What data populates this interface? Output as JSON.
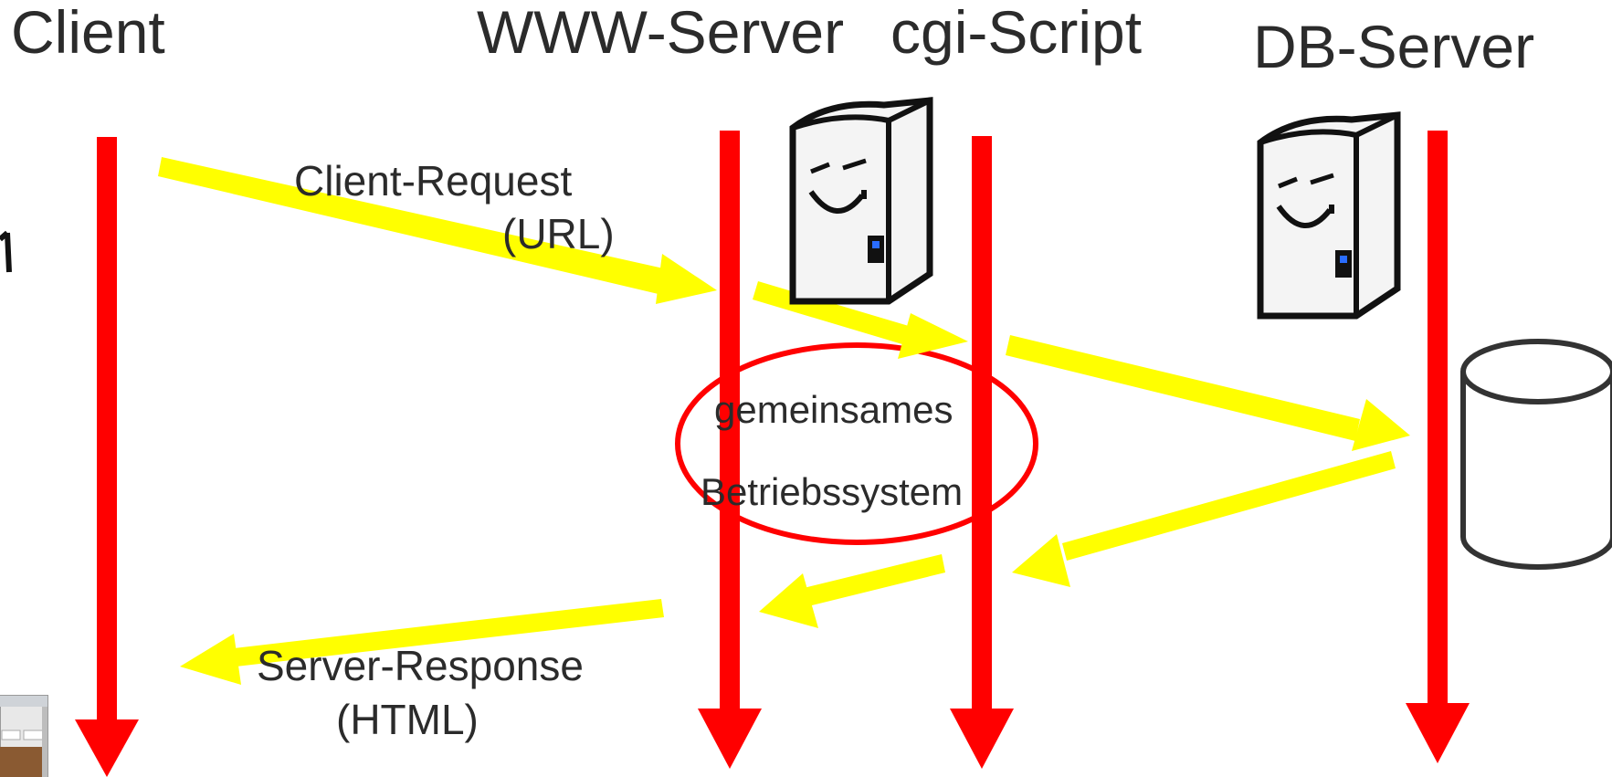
{
  "lanes": {
    "client": "Client",
    "www_server": "WWW-Server",
    "cgi_script": "cgi-Script",
    "db_server": "DB-Server"
  },
  "messages": {
    "request_line1": "Client-Request",
    "request_line2": "(URL)",
    "response_line1": "Server-Response",
    "response_line2": "(HTML)"
  },
  "shared_os": {
    "line1": "gemeinsames",
    "line2": "Betriebssystem"
  },
  "colors": {
    "lifeline": "#ff0000",
    "message_arrow": "#ffff00",
    "outline": "#111111"
  },
  "icons": [
    "server-icon",
    "database-icon",
    "browser-screenshot-thumbnail"
  ]
}
